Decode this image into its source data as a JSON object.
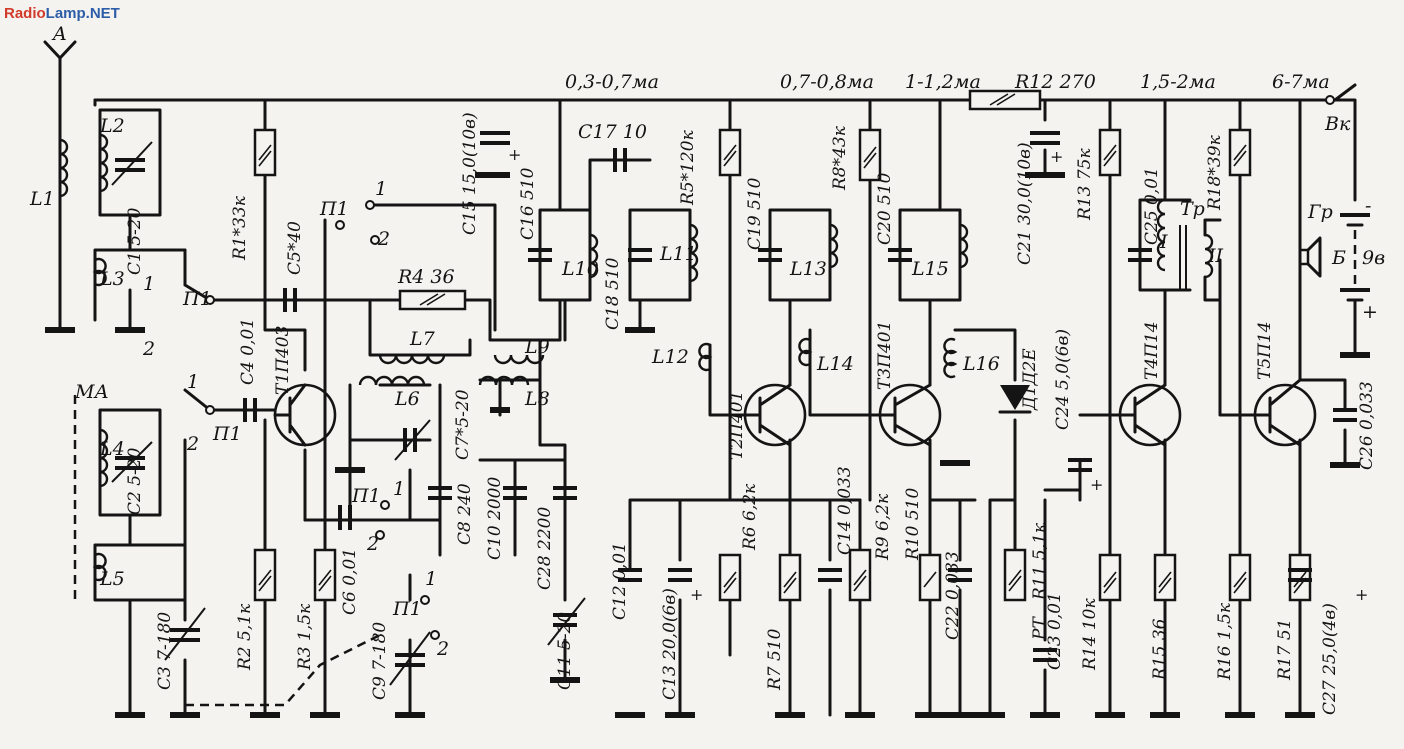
{
  "watermark": {
    "part1": "Radio",
    "part2": "Lamp.NET"
  },
  "antenna": {
    "label": "A"
  },
  "currents": {
    "c1": "0,3-0,7ма",
    "c2": "0,7-0,8ма",
    "c3": "1-1,2ма",
    "c4": "1,5-2ма",
    "c5": "6-7ма"
  },
  "range_label": "МА",
  "switch": {
    "name": "П1",
    "pos1": "1",
    "pos2": "2"
  },
  "power": {
    "switch": "Вк",
    "speaker": "Гр",
    "battery": "Б",
    "voltage": "9в",
    "plus": "+",
    "minus": "-"
  },
  "coils": {
    "L1": "L1",
    "L2": "L2",
    "L3": "L3",
    "L4": "L4",
    "L5": "L5",
    "L6": "L6",
    "L7": "L7",
    "L8": "L8",
    "L9": "L9",
    "L10": "L10",
    "L11": "L11",
    "L12": "L12",
    "L13": "L13",
    "L14": "L14",
    "L15": "L15",
    "L16": "L16"
  },
  "transformer": {
    "name": "Тр",
    "w1": "I",
    "w2": "II"
  },
  "resistors": {
    "R1": "R1*33к",
    "R2": "R2 5,1к",
    "R3": "R3 1,5к",
    "R4": "R4 36",
    "R5": "R5*120к",
    "R6": "R6 6,2к",
    "R7": "R7 510",
    "R8": "R8*43к",
    "R9": "R9 6,2к",
    "R10": "R10 510",
    "R11": "R11 5,1к",
    "R12": "R12 270",
    "R13": "R13 75к",
    "R14": "R14 10к",
    "R15": "R15 36",
    "R16": "R16 1,5к",
    "R17": "R17 51",
    "R18": "R18*39к",
    "RT": "РТ"
  },
  "capacitors": {
    "C1": "С1 5-20",
    "C2": "С2 5-20",
    "C3": "С3 7-180",
    "C4": "С4 0,01",
    "C5": "С5*40",
    "C6": "С6 0,01",
    "C7": "С7*5-20",
    "C8": "С8 240",
    "C9": "С9 7-180",
    "C10": "С10 2000",
    "C11": "С11 5-20",
    "C12": "С12 0,01",
    "C13": "С13 20,0(6в)",
    "C14": "С14 0,033",
    "C15": "С15 15,0(10в)",
    "C16": "С16 510",
    "C17": "С17 10",
    "C18": "С18 510",
    "C19": "С19 510",
    "C20": "С20 510",
    "C21": "С21 30,0(10в)",
    "C22": "С22 0,033",
    "C23": "С23 0,01",
    "C24": "С24 5,0(6в)",
    "C25": "С25 0,01",
    "C26": "С26 0,033",
    "C27": "С27 25,0(4в)",
    "C28": "С28 2200"
  },
  "transistors": {
    "T1": "Т1П403",
    "T2": "Т2П401",
    "T3": "Т3П401",
    "T4": "Т4П14",
    "T5": "Т5П14"
  },
  "diode": {
    "D1": "Д1Д2Е"
  }
}
